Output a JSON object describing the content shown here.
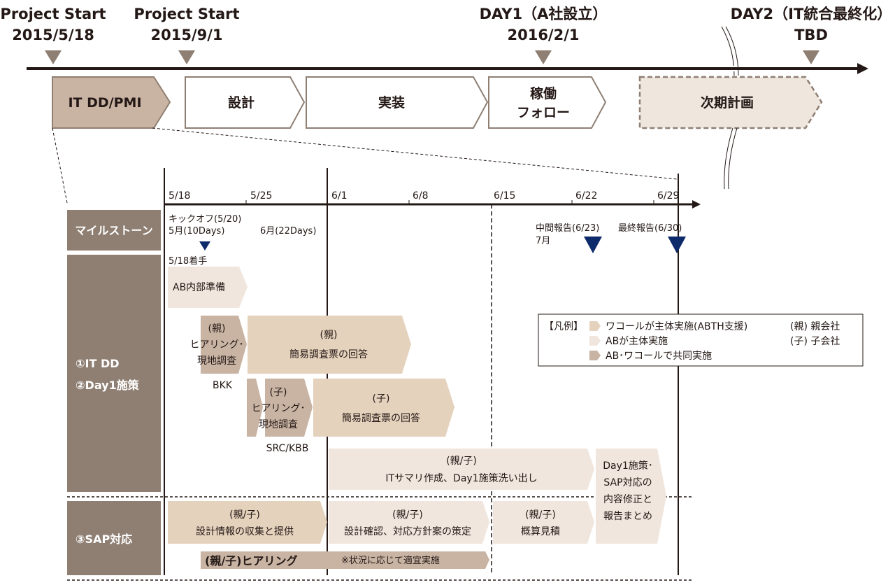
{
  "colors": {
    "dark_brown": "#8f7f73",
    "mid_brown": "#c9b4a4",
    "tan": "#e5d2bd",
    "light": "#f0e6dd",
    "navy": "#0d2a6b",
    "line": "#231815"
  },
  "top_milestones": [
    {
      "title": "Project Start",
      "date": "2015/5/18"
    },
    {
      "title": "Project Start",
      "date": "2015/9/1"
    },
    {
      "title": "DAY1（A社設立）",
      "date": "2016/2/1"
    },
    {
      "title": "DAY2（IT統合最終化）",
      "date": "TBD"
    }
  ],
  "phases": [
    {
      "label": "IT DD/PMI"
    },
    {
      "label": "設計"
    },
    {
      "label": "実装"
    },
    {
      "label_lines": [
        "稼働",
        "フォロー"
      ]
    },
    {
      "label": "次期計画"
    }
  ],
  "timeline_dates": [
    "5/18",
    "5/25",
    "6/1",
    "6/8",
    "6/15",
    "6/22",
    "6/29"
  ],
  "rows": {
    "milestone": "マイルストーン",
    "itdd": [
      "①IT DD",
      "②Day1施策"
    ],
    "sap": "③SAP対応"
  },
  "milestones": {
    "kickoff": "キックオフ(5/20)",
    "may": "5月(10Days)",
    "june": "6月(22Days)",
    "start": "5/18着手",
    "interim": "中間報告(6/23)",
    "july": "7月",
    "final": "最終報告(6/30)"
  },
  "tasks": {
    "ab_prep": "AB内部準備",
    "parent_hearing": [
      "(親)",
      "ヒアリング･",
      "現地調査"
    ],
    "bkk": "BKK",
    "parent_survey": [
      "(親)",
      "簡易調査票の回答"
    ],
    "child_hearing": [
      "(子)",
      "ヒアリング･",
      "現地調査"
    ],
    "src_kbb": "SRC/KBB",
    "child_survey": [
      "(子)",
      "簡易調査票の回答"
    ],
    "it_summary": [
      "(親/子)",
      "ITサマリ作成、Day1施策洗い出し"
    ],
    "day1_fix": [
      "Day1施策･",
      "SAP対応の",
      "内容修正と",
      "報告まとめ"
    ],
    "sap_collect": [
      "(親/子)",
      "設計情報の収集と提供"
    ],
    "sap_design": [
      "(親/子)",
      "設計確認、対応方針案の策定"
    ],
    "sap_estimate": [
      "(親/子)",
      "概算見積"
    ],
    "sap_hearing": "(親/子)ヒアリング",
    "sap_hearing_note": "※状況に応じて適宜実施"
  },
  "legend": {
    "title": "【凡例】",
    "items": [
      "ワコールが主体実施(ABTH支援)",
      "ABが主体実施",
      "AB･ワコールで共同実施"
    ],
    "abbrev": [
      "(親) 親会社",
      "(子) 子会社"
    ]
  }
}
